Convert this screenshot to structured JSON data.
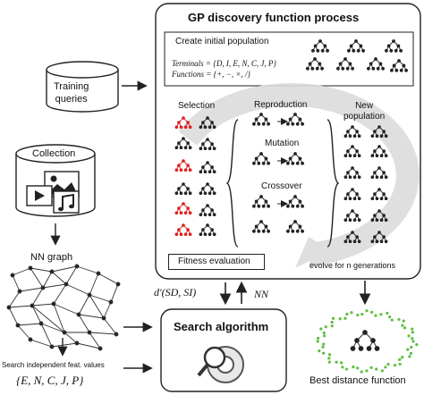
{
  "gp": {
    "title": "GP discovery function process",
    "create_label": "Create initial population",
    "terminals_label": "Terminals = {D, I, E, N, C, J, P}",
    "functions_label": "Functions = {+, −, ×, /}",
    "selection_label": "Selection",
    "reproduction_label": "Reproduction",
    "mutation_label": "Mutation",
    "crossover_label": "Crossover",
    "new_population_label": "New\npopulation",
    "fitness_label": "Fitness evaluation",
    "evolve_label": "evolve for n generations"
  },
  "inputs": {
    "training_queries": "Training\nqueries",
    "collection": "Collection",
    "nn_graph": "NN graph",
    "search_independent": "Search independent feat. values",
    "feature_set": "{E, N, C, J, P}"
  },
  "search": {
    "label": "Search algorithm",
    "d_label": "d'(SD, SI)",
    "nn_label": "NN"
  },
  "output": {
    "best_label": "Best distance function"
  },
  "colors": {
    "selected_tree": "#e02020",
    "tree": "#222222",
    "cycle_arrow": "#d9d9d9",
    "green_dots": "#5fbf3f"
  }
}
